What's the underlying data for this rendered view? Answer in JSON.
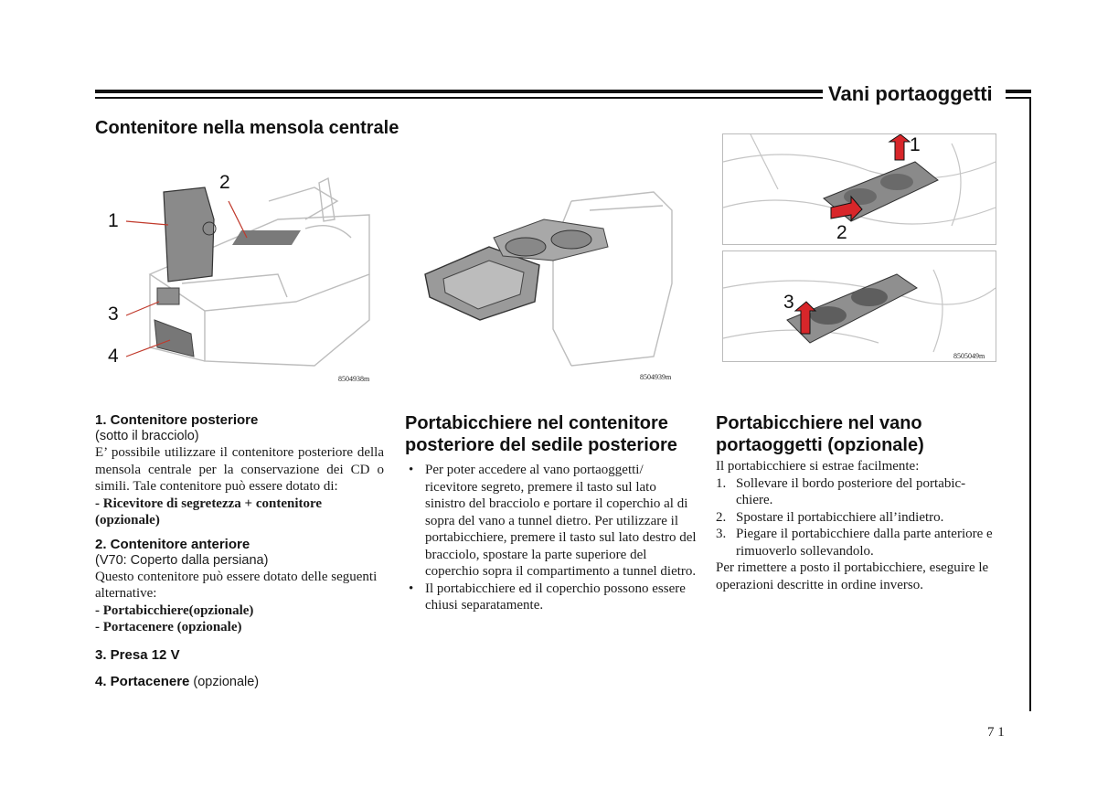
{
  "header": {
    "title": "Vani portaoggetti"
  },
  "section1": {
    "heading": "Contenitore nella mensola centrale"
  },
  "figures": [
    {
      "code": "8504938m",
      "callouts": [
        "1",
        "2",
        "3",
        "4"
      ]
    },
    {
      "code": "8504939m"
    },
    {
      "code": "8505049m",
      "callouts": [
        "1",
        "2",
        "3"
      ]
    }
  ],
  "col1": {
    "item1_title": "1. Contenitore posteriore",
    "item1_sub": "(sotto il bracciolo)",
    "item1_text": "E’ possibile utilizzare il contenitore posteriore della mensola centrale per la conservazione dei CD o simili. Tale contenitore può essere dotato di:",
    "item1_option": "- Ricevitore di segretezza + contenitore (opzionale)",
    "item2_title": "2. Contenitore anteriore",
    "item2_sub": "(V70: Coperto dalla persiana)",
    "item2_text": "Questo contenitore può essere dotato delle seguenti alternative:",
    "item2_opt1": "- Portabicchiere(opzionale)",
    "item2_opt2": "- Portacenere (opzionale)",
    "item3_title": "3. Presa 12 V",
    "item4_title": "4. Portacenere",
    "item4_sub": "(opzionale)"
  },
  "col2": {
    "heading": "Portabicchiere nel contenitore posteriore del sedile posteriore",
    "bullets": [
      "Per poter accedere al vano portaoggetti/ ricevitore segreto, premere il tasto sul lato sinistro del bracciolo e portare il coperchio al di sopra del vano a tunnel dietro. Per utilizzare il portabicchiere, premere il tasto sul lato destro del bracciolo, spostare la parte superiore del coperchio sopra il compartimento a tunnel dietro.",
      "Il portabicchiere ed il coperchio possono essere chiusi separatamente."
    ]
  },
  "col3": {
    "heading": "Portabicchiere nel vano portaoggetti (opzionale)",
    "intro": "Il portabicchiere si estrae facilmente:",
    "steps": [
      {
        "n": "1.",
        "text": "Sollevare il bordo posteriore del portabic- chiere."
      },
      {
        "n": "2.",
        "text": "Spostare il portabicchiere all’indietro."
      },
      {
        "n": "3.",
        "text": "Piegare il portabicchiere dalla parte anteriore e rimuoverlo sollevandolo."
      }
    ],
    "outro": "Per rimettere a posto il portabicchiere, eseguire le operazioni descritte in ordine inverso."
  },
  "footer": {
    "page_number": "7 1"
  },
  "colors": {
    "text": "#1a1a1a",
    "rule": "#111111",
    "arrow_red": "#d8262a",
    "sketch": "#bdbdbd"
  }
}
